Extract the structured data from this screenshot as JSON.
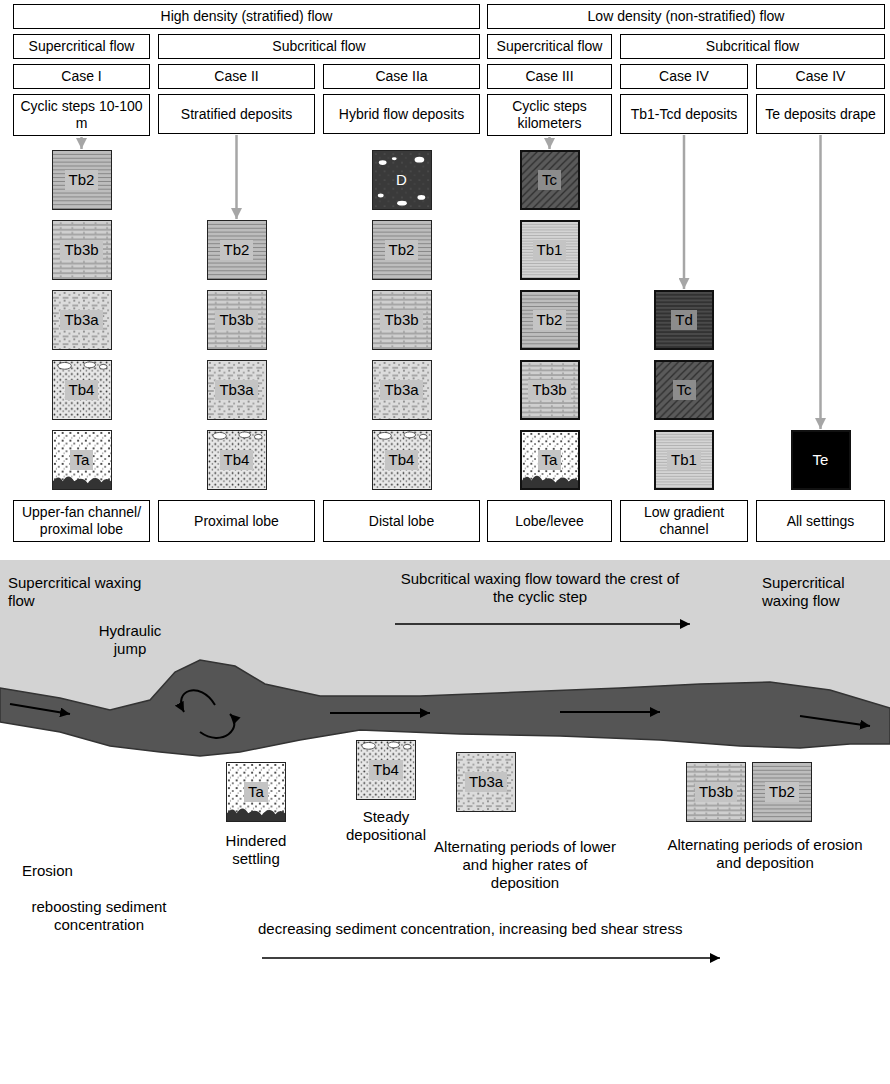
{
  "diagram": {
    "nodes": [
      {
        "text": [
          "High density (stratified) flow"
        ]
      },
      {
        "text": [
          "Low density (non-stratified) flow"
        ]
      },
      {
        "text": [
          "Supercritical flow"
        ]
      },
      {
        "text": [
          "Subcritical flow"
        ]
      },
      {
        "text": [
          "Supercritical flow"
        ]
      },
      {
        "text": [
          "Subcritical flow"
        ]
      },
      {
        "text": [
          "Case I"
        ]
      },
      {
        "text": [
          "Case II"
        ]
      },
      {
        "text": [
          "Case IIa"
        ]
      },
      {
        "text": [
          "Case III"
        ]
      },
      {
        "text": [
          "Case IV"
        ]
      },
      {
        "text": [
          "Case IV"
        ]
      },
      {
        "text": [
          "Cyclic steps 10-100 m"
        ]
      },
      {
        "text": [
          "Stratified deposits"
        ]
      },
      {
        "text": [
          "Hybrid flow deposits"
        ]
      },
      {
        "text": [
          "Cyclic steps kilometers"
        ]
      },
      {
        "text": [
          "Tb1-Tcd deposits"
        ]
      },
      {
        "text": [
          "Te deposits drape"
        ]
      },
      {
        "text": [
          "Tb2"
        ]
      },
      {
        "text": [
          "Tb3b"
        ]
      },
      {
        "text": [
          "Tb3a"
        ]
      },
      {
        "text": [
          "Tb4"
        ]
      },
      {
        "text": [
          "Ta"
        ]
      },
      {
        "text": [
          "Tb2"
        ]
      },
      {
        "text": [
          "Tb3b"
        ]
      },
      {
        "text": [
          "Tb3a"
        ]
      },
      {
        "text": [
          "Tb4"
        ]
      },
      {
        "text": [
          "D"
        ]
      },
      {
        "text": [
          "Tb2"
        ]
      },
      {
        "text": [
          "Tb3b"
        ]
      },
      {
        "text": [
          "Tb3a"
        ]
      },
      {
        "text": [
          "Tb4"
        ]
      },
      {
        "text": [
          "Tc"
        ]
      },
      {
        "text": [
          "Tb1"
        ]
      },
      {
        "text": [
          "Tb2"
        ]
      },
      {
        "text": [
          "Tb3b"
        ]
      },
      {
        "text": [
          "Ta"
        ]
      },
      {
        "text": [
          "Td"
        ]
      },
      {
        "text": [
          "Tc"
        ]
      },
      {
        "text": [
          "Tb1"
        ]
      },
      {
        "text": [
          "Te"
        ]
      },
      {
        "text": [
          "Upper-fan channel/ proximal lobe"
        ]
      },
      {
        "text": [
          "Proximal lobe"
        ]
      },
      {
        "text": [
          "Distal lobe"
        ]
      },
      {
        "text": [
          "Lobe/levee"
        ]
      },
      {
        "text": [
          "Low gradient channel"
        ]
      },
      {
        "text": [
          "All settings"
        ]
      },
      {
        "text": [
          "Ta"
        ]
      },
      {
        "text": [
          "Tb4"
        ]
      },
      {
        "text": [
          "Tb3a"
        ]
      },
      {
        "text": [
          "Tb3b"
        ]
      },
      {
        "text": [
          "Tb2"
        ]
      }
    ],
    "edges": [
      {
        "from": 12,
        "to": 18,
        "arrow": "to"
      },
      {
        "from": 13,
        "to": 23,
        "arrow": "to"
      },
      {
        "from": 15,
        "to": 32,
        "arrow": "to"
      },
      {
        "from": 16,
        "to": 37,
        "arrow": "to"
      },
      {
        "from": 17,
        "to": 40,
        "arrow": "to"
      }
    ],
    "labels": [
      "Supercritical waxing flow",
      "Subcritical waxing flow toward the crest of the cyclic step",
      "Supercritical waxing flow",
      "Hydraulic jump",
      "Hindered settling",
      "Steady depositional",
      "Alternating periods of lower and higher rates of deposition",
      "Alternating periods of erosion and deposition",
      "Erosion",
      "reboosting sediment concentration",
      "decreasing sediment concentration, increasing bed shear stress"
    ]
  }
}
